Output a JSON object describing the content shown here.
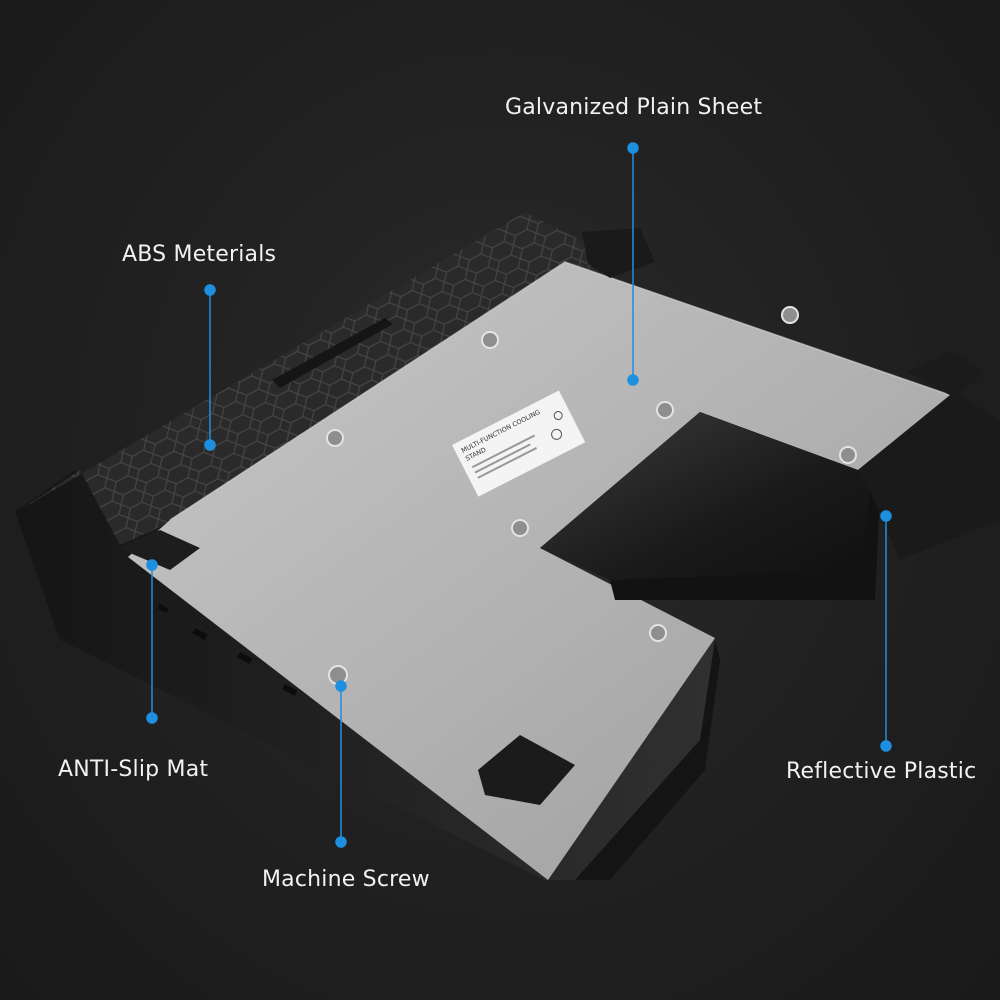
{
  "callouts": {
    "galvanized": "Galvanized Plain Sheet",
    "abs": "ABS Meterials",
    "antislip": "ANTI-Slip Mat",
    "reflective": "Reflective Plastic",
    "screw": "Machine Screw"
  },
  "sticker": {
    "line1": "MULTI-FUNCTION COOLING",
    "line2": "STAND"
  },
  "colors": {
    "background": "#1f1f1f",
    "accent": "#1e8fe0",
    "plate": "#b4b4b4",
    "housing": "#2a2a2a"
  }
}
